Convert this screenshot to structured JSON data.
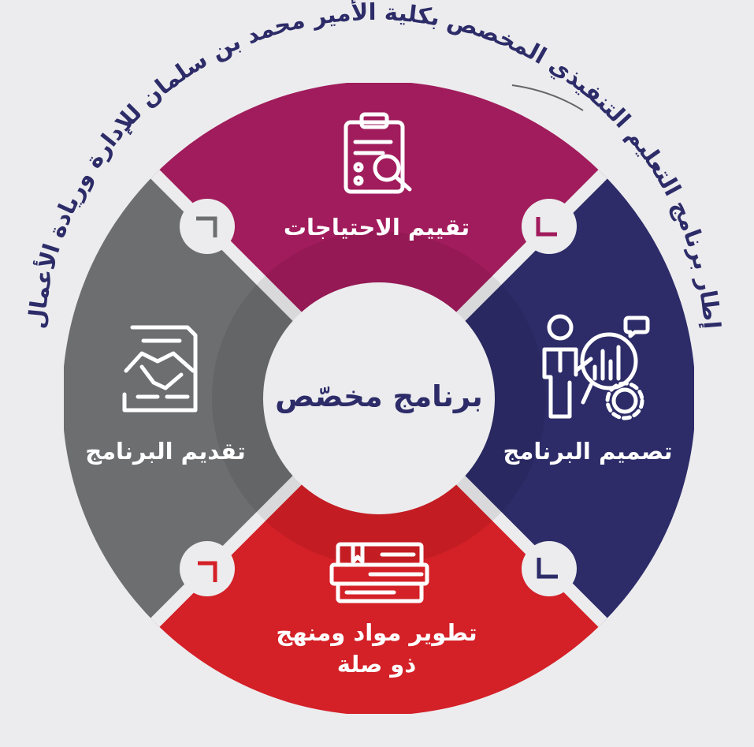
{
  "arc_title": "إطار برنامج التعليم التنفيذي المخصص بكلية الأمير محمد بن سلمان للإدارة وريادة الأعمال",
  "center_label": "برنامج مخصّص",
  "segments": {
    "top": {
      "label": "تقييم الاحتياجات",
      "color": "#a11c5c",
      "icon": "clipboard-search-icon"
    },
    "right": {
      "label": "تصميم البرنامج",
      "color": "#2d2c69",
      "icon": "presenter-chart-icon"
    },
    "bottom": {
      "line1": "تطوير مواد ومنهج",
      "line2": "ذو صلة",
      "color": "#d42027",
      "icon": "books-icon"
    },
    "left": {
      "label": "تقديم البرنامج",
      "color": "#6d6e70",
      "icon": "handshake-document-icon"
    }
  },
  "colors": {
    "background": "#ececee",
    "arc_text": "#2d2c69",
    "center_text": "#2d2c69",
    "center_fill": "#ececee"
  }
}
